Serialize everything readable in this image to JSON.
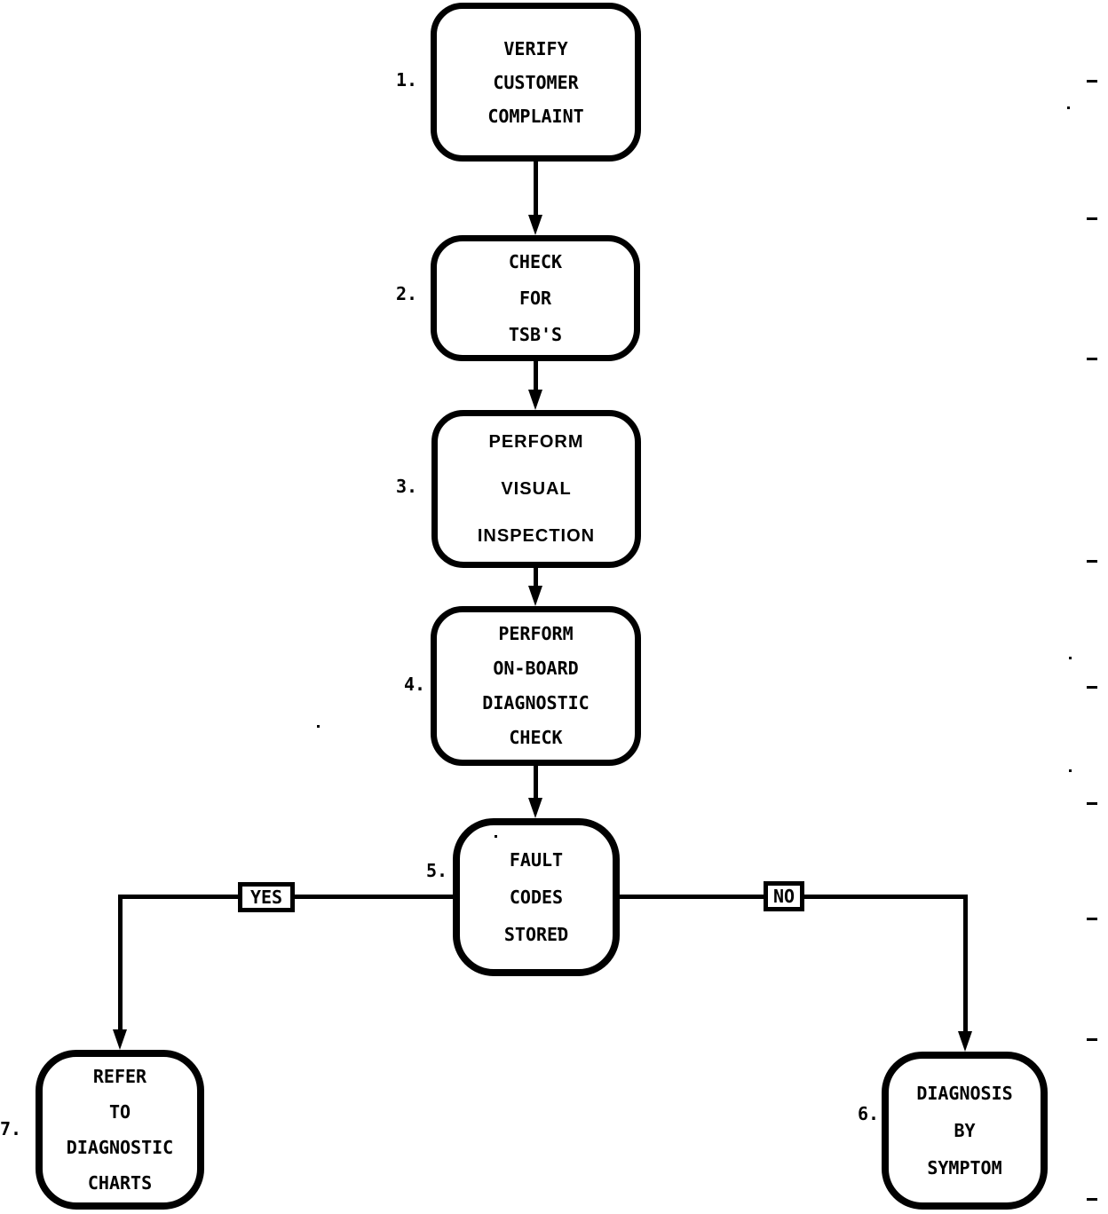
{
  "page": {
    "background_color": "#ffffff",
    "ink_color": "#000000",
    "description": "Scanned service-manual diagnostic routine flowchart"
  },
  "diagram": {
    "kind": "flowchart",
    "nodes": [
      {
        "number": "1.",
        "lines": [
          "VERIFY",
          "CUSTOMER",
          "COMPLAINT"
        ]
      },
      {
        "number": "2.",
        "lines": [
          "CHECK",
          "FOR",
          "TSB'S"
        ]
      },
      {
        "number": "3.",
        "lines": [
          "PERFORM",
          "VISUAL",
          "INSPECTION"
        ]
      },
      {
        "number": "4.",
        "lines": [
          "PERFORM",
          "ON-BOARD",
          "DIAGNOSTIC",
          "CHECK"
        ]
      },
      {
        "number": "5.",
        "lines": [
          "FAULT",
          "CODES",
          "STORED"
        ]
      },
      {
        "number": "6.",
        "lines": [
          "DIAGNOSIS",
          "BY",
          "SYMPTOM"
        ]
      },
      {
        "number": "7.",
        "lines": [
          "REFER",
          "TO",
          "DIAGNOSTIC",
          "CHARTS"
        ]
      }
    ],
    "branches": {
      "yes_label": "YES",
      "no_label": "NO"
    },
    "edges": [
      {
        "from": 1,
        "to": 2
      },
      {
        "from": 2,
        "to": 3
      },
      {
        "from": 3,
        "to": 4
      },
      {
        "from": 4,
        "to": 5
      },
      {
        "from": 5,
        "to": 7,
        "label": "YES"
      },
      {
        "from": 5,
        "to": 6,
        "label": "NO"
      }
    ]
  }
}
